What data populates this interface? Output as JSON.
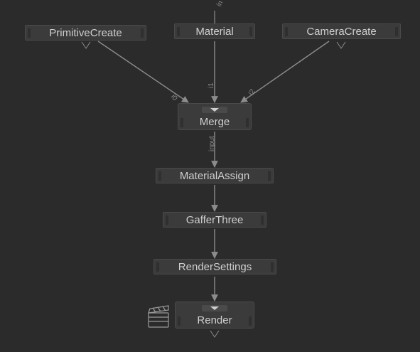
{
  "graph": {
    "top_port_label": "in",
    "nodes": {
      "primitive_create": "PrimitiveCreate",
      "material": "Material",
      "camera_create": "CameraCreate",
      "merge": "Merge",
      "material_assign": "MaterialAssign",
      "gaffer_three": "GafferThree",
      "render_settings": "RenderSettings",
      "render": "Render"
    },
    "port_labels": {
      "merge_i0": "i0",
      "merge_i1": "i1",
      "merge_i2": "i2",
      "material_assign_input": "input"
    },
    "icons": {
      "render": "clapperboard-icon"
    }
  },
  "colors": {
    "background": "#2b2b2b",
    "node_fill": "#3b3b3b",
    "node_text": "#cfcfcf",
    "edge": "#8c8c8c",
    "port_label": "#8a8a8a"
  }
}
